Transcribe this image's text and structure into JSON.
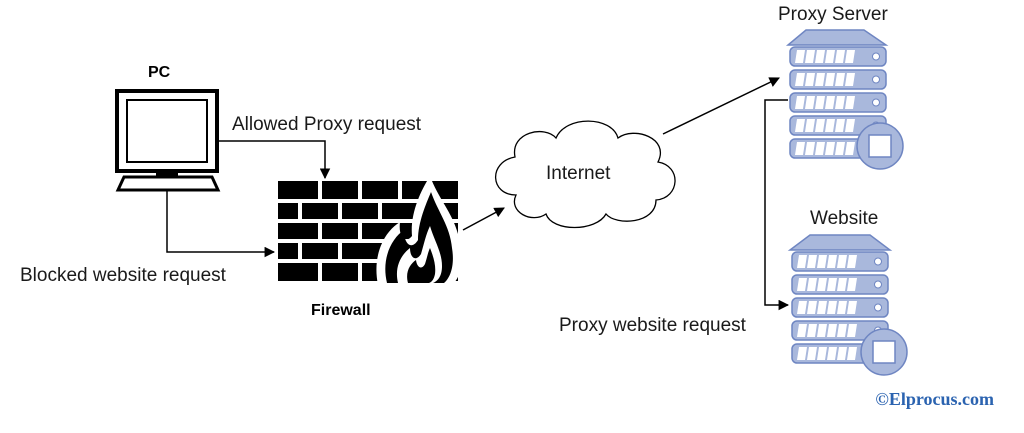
{
  "labels": {
    "pc": "PC",
    "firewall": "Firewall",
    "internet": "Internet",
    "proxy_server": "Proxy Server",
    "website": "Website",
    "allowed_proxy_request": "Allowed Proxy request",
    "blocked_website_request": "Blocked website request",
    "proxy_website_request": "Proxy website request"
  },
  "watermark": "©Elprocus.com",
  "colors": {
    "server_fill": "#a9b8dc",
    "server_stroke": "#6f86c2",
    "watermark": "#2b63b0",
    "line": "#000000"
  }
}
